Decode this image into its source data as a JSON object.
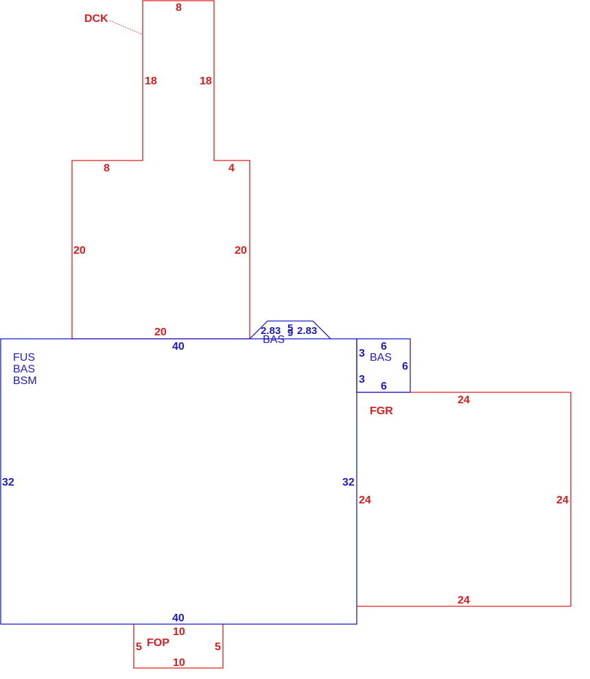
{
  "colors": {
    "red": "#e41a1a",
    "blue": "#1a1acc"
  },
  "areas": {
    "main": {
      "codes": [
        "FUS",
        "BAS",
        "BSM"
      ],
      "top": "40",
      "bottom": "40",
      "left": "32",
      "right": "32"
    },
    "deck": {
      "code": "DCK",
      "top": "8",
      "upper_left": "18",
      "upper_right": "18",
      "step_left": "8",
      "step_right": "4",
      "lower_left": "20",
      "lower_right": "20",
      "bottom": "20"
    },
    "bay": {
      "code": "BAS",
      "side_left": "2.83",
      "top": "5",
      "side_right": "2.83",
      "depth": "9"
    },
    "bump_out": {
      "code": "BAS",
      "top": "6",
      "right": "6",
      "bottom": "6",
      "left_upper": "3",
      "left_lower": "3"
    },
    "garage": {
      "code": "FGR",
      "top": "24",
      "left": "24",
      "right": "24",
      "bottom": "24"
    },
    "porch": {
      "code": "FOP",
      "top": "10",
      "bottom": "10",
      "left": "5",
      "right": "5"
    }
  }
}
